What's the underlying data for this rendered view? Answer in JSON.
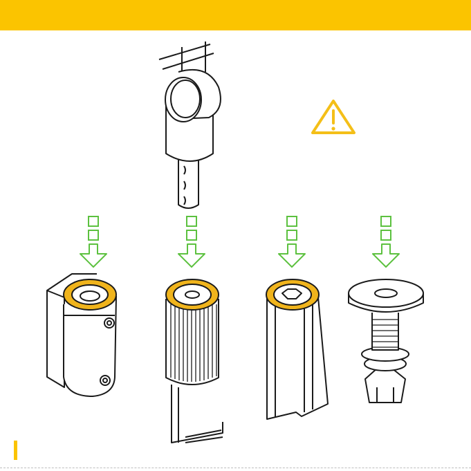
{
  "colors": {
    "banner": "#fbc400",
    "accent_ring": "#f0b41c",
    "accent_ring_stroke": "#1a1a1a",
    "arrow": "#5cc13f",
    "warning": "#f4bf18",
    "line": "#1a1a1a",
    "dash": "#bdbdbd"
  },
  "icons": {
    "tool": "cutter-tool-icon",
    "warning": "warning-triangle-icon",
    "arrow": "down-arrow-icon"
  },
  "items": [
    {
      "key": "shower",
      "icon": "shower-handset-icon"
    },
    {
      "key": "filter",
      "icon": "pleated-filter-icon"
    },
    {
      "key": "tube",
      "icon": "tube-section-icon"
    },
    {
      "key": "fitting",
      "icon": "threaded-fitting-icon"
    }
  ]
}
